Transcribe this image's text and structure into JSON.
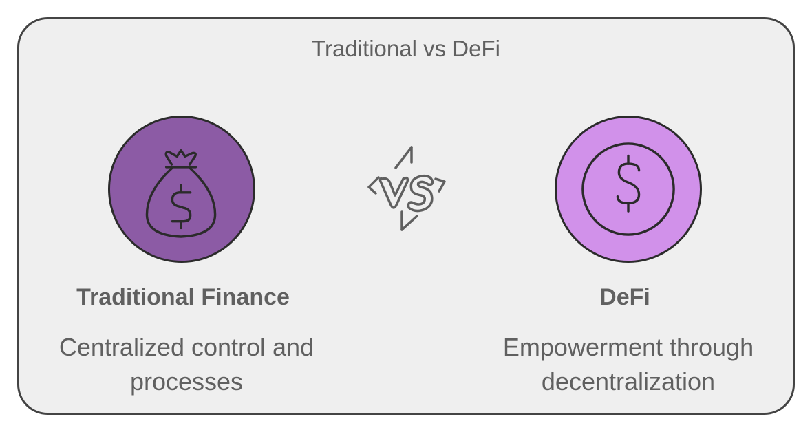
{
  "diagram": {
    "title": "Traditional vs DeFi",
    "vs_icon": "versus-lightning-icon",
    "left": {
      "heading": "Traditional Finance",
      "description": "Centralized control and processes",
      "icon": "money-bag-dollar-icon",
      "color": "#8c5ba5"
    },
    "right": {
      "heading": "DeFi",
      "description": "Empowerment through decentralization",
      "icon": "coin-dollar-icon",
      "color": "#d191ea"
    },
    "colors": {
      "background": "#efefef",
      "border": "#444444",
      "text": "#606060",
      "icon_stroke": "#2b2b2b"
    }
  }
}
